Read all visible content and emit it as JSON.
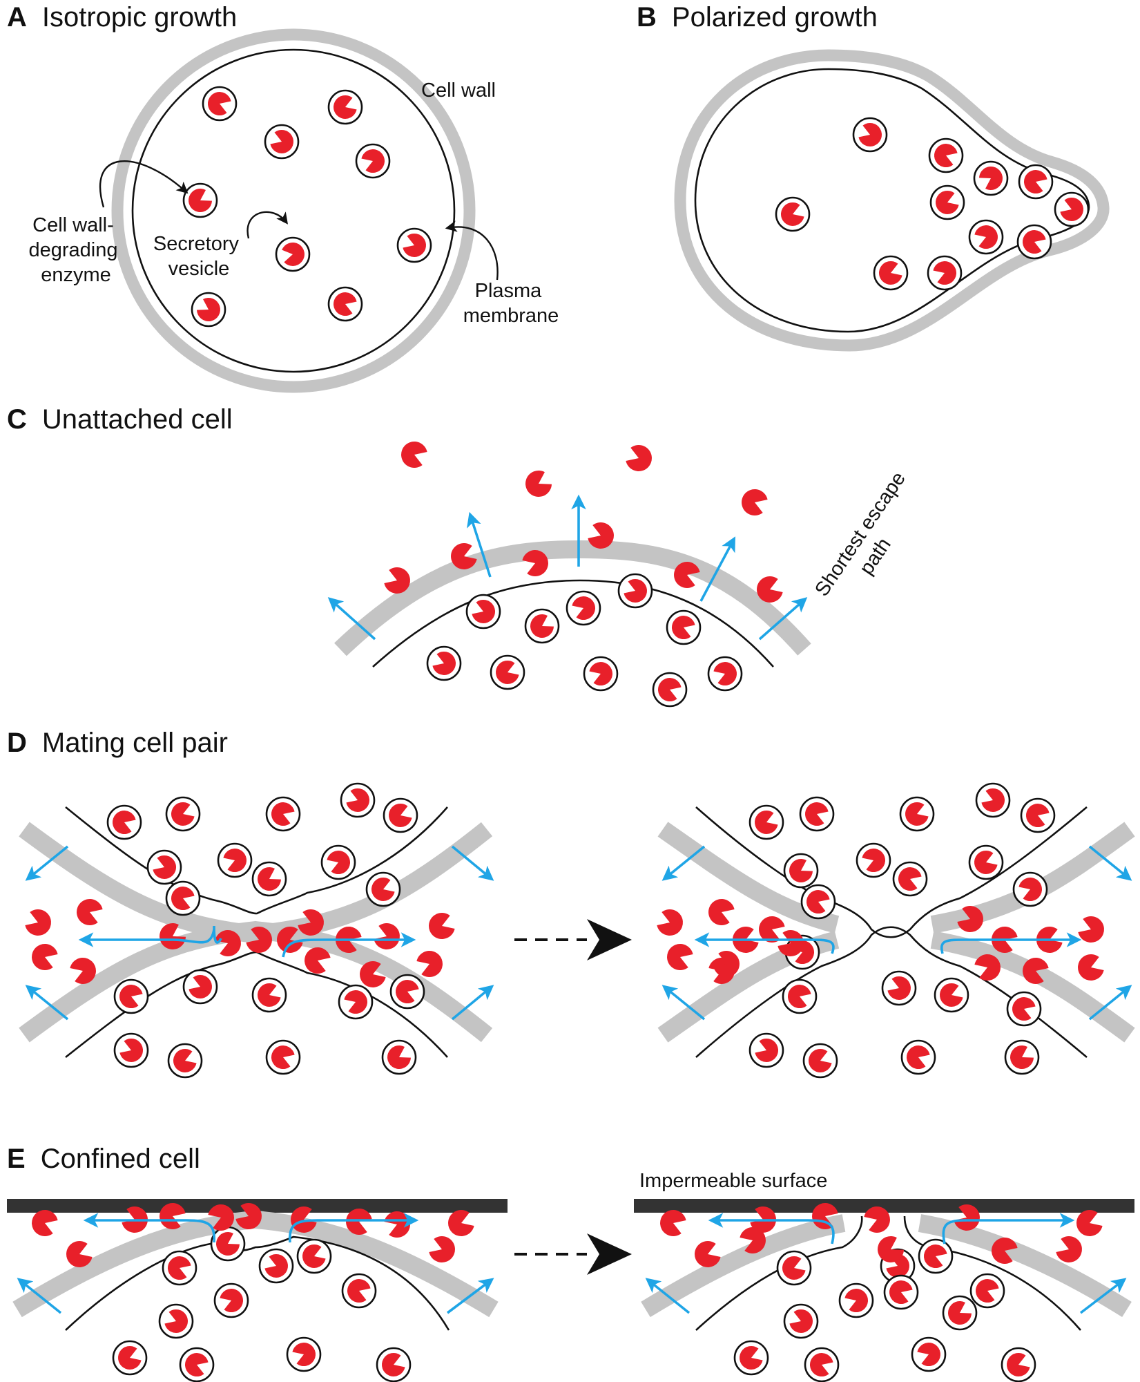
{
  "panels": {
    "a": {
      "letter": "A",
      "title": "Isotropic growth"
    },
    "b": {
      "letter": "B",
      "title": "Polarized growth"
    },
    "c": {
      "letter": "C",
      "title": "Unattached cell"
    },
    "d": {
      "letter": "D",
      "title": "Mating cell pair"
    },
    "e": {
      "letter": "E",
      "title": "Confined cell"
    }
  },
  "labels": {
    "cell_wall": "Cell wall",
    "enzyme": [
      "Cell wall-",
      "degrading",
      "enzyme"
    ],
    "vesicle": [
      "Secretory",
      "vesicle"
    ],
    "membrane": [
      "Plasma",
      "membrane"
    ],
    "escape": [
      "Shortest escape",
      "path"
    ],
    "surface": "Impermeable surface"
  },
  "colors": {
    "enzyme": "#e8202a",
    "cell_wall": "#c4c4c4",
    "membrane": "#111111",
    "escape_arrow": "#1fa5e6",
    "surface": "#333333"
  }
}
